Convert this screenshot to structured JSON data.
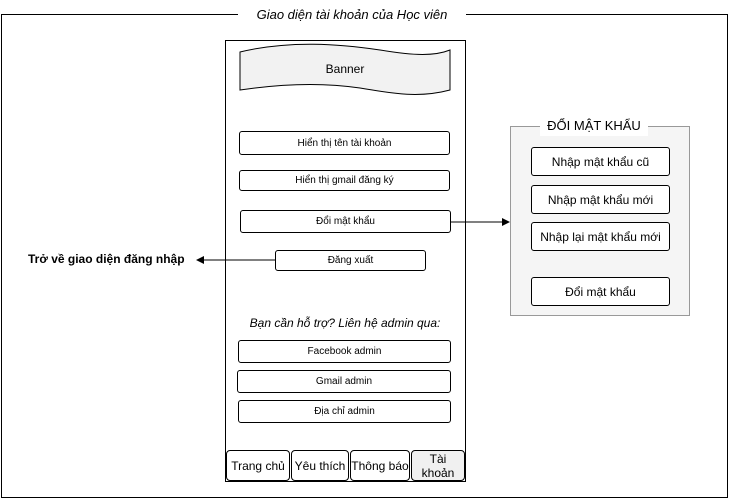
{
  "frame_title": "Giao diện tài khoản của Học viên",
  "banner": "Banner",
  "account": {
    "show_name": "Hiển thị tên tài khoản",
    "show_gmail": "Hiển thị gmail đăng ký",
    "change_password": "Đổi mật khẩu",
    "logout": "Đăng xuất"
  },
  "support": {
    "prompt": "Bạn cần hỗ trợ? Liên hệ admin qua:",
    "facebook": "Facebook admin",
    "gmail": "Gmail admin",
    "address": "Địa chỉ admin"
  },
  "tabs": [
    {
      "label": "Trang chủ"
    },
    {
      "label": "Yêu thích"
    },
    {
      "label": "Thông báo"
    },
    {
      "label": "Tài khoản"
    }
  ],
  "password_panel": {
    "title": "ĐỔI MẬT KHẨU",
    "old": "Nhập mật khẩu cũ",
    "new": "Nhập mật khẩu mới",
    "confirm": "Nhập lại mật khẩu mới",
    "submit": "Đổi mật khẩu"
  },
  "back_to_login": "Trở về giao diện đăng nhập"
}
